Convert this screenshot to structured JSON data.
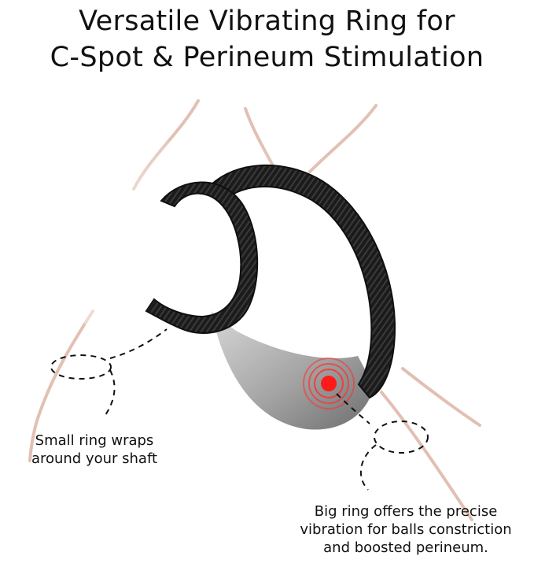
{
  "header": {
    "title_line_1": "Versatile Vibrating Ring for",
    "title_line_2": "C-Spot & Perineum Stimulation"
  },
  "captions": {
    "small_ring": {
      "line_1": "Small ring wraps",
      "line_2": "around your shaft"
    },
    "big_ring": {
      "line_1": "Big ring offers the precise",
      "line_2": "vibration for balls constriction",
      "line_3": "and boosted perineum."
    }
  },
  "colors": {
    "ring": "#1b1b1b",
    "bridge": "#9c9c9c",
    "vibration_dot": "#ff1a1a",
    "body_outline": "#d9b3a3"
  }
}
